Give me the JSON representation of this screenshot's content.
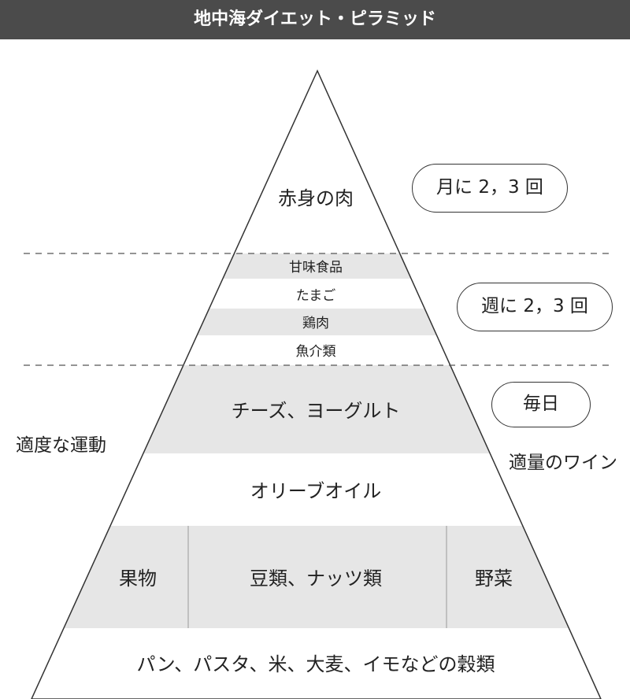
{
  "title": "地中海ダイエット・ピラミッド",
  "tiers": {
    "top": "赤身の肉",
    "sweets": "甘味食品",
    "eggs": "たまご",
    "poultry": "鶏肉",
    "fish": "魚介類",
    "dairy": "チーズ、ヨーグルト",
    "olive": "オリーブオイル",
    "fruit": "果物",
    "beans": "豆類、ナッツ類",
    "veg": "野菜",
    "grains": "パン、パスタ、米、大麦、イモなどの穀類"
  },
  "frequency": {
    "monthly": "月に 2，3 回",
    "weekly": "週に 2，3 回",
    "daily": "毎日"
  },
  "side": {
    "exercise": "適度な運動",
    "wine": "適量のワイン"
  },
  "colors": {
    "shade": "#e6e6e6",
    "line": "#333333",
    "header": "#4b4b4b"
  }
}
